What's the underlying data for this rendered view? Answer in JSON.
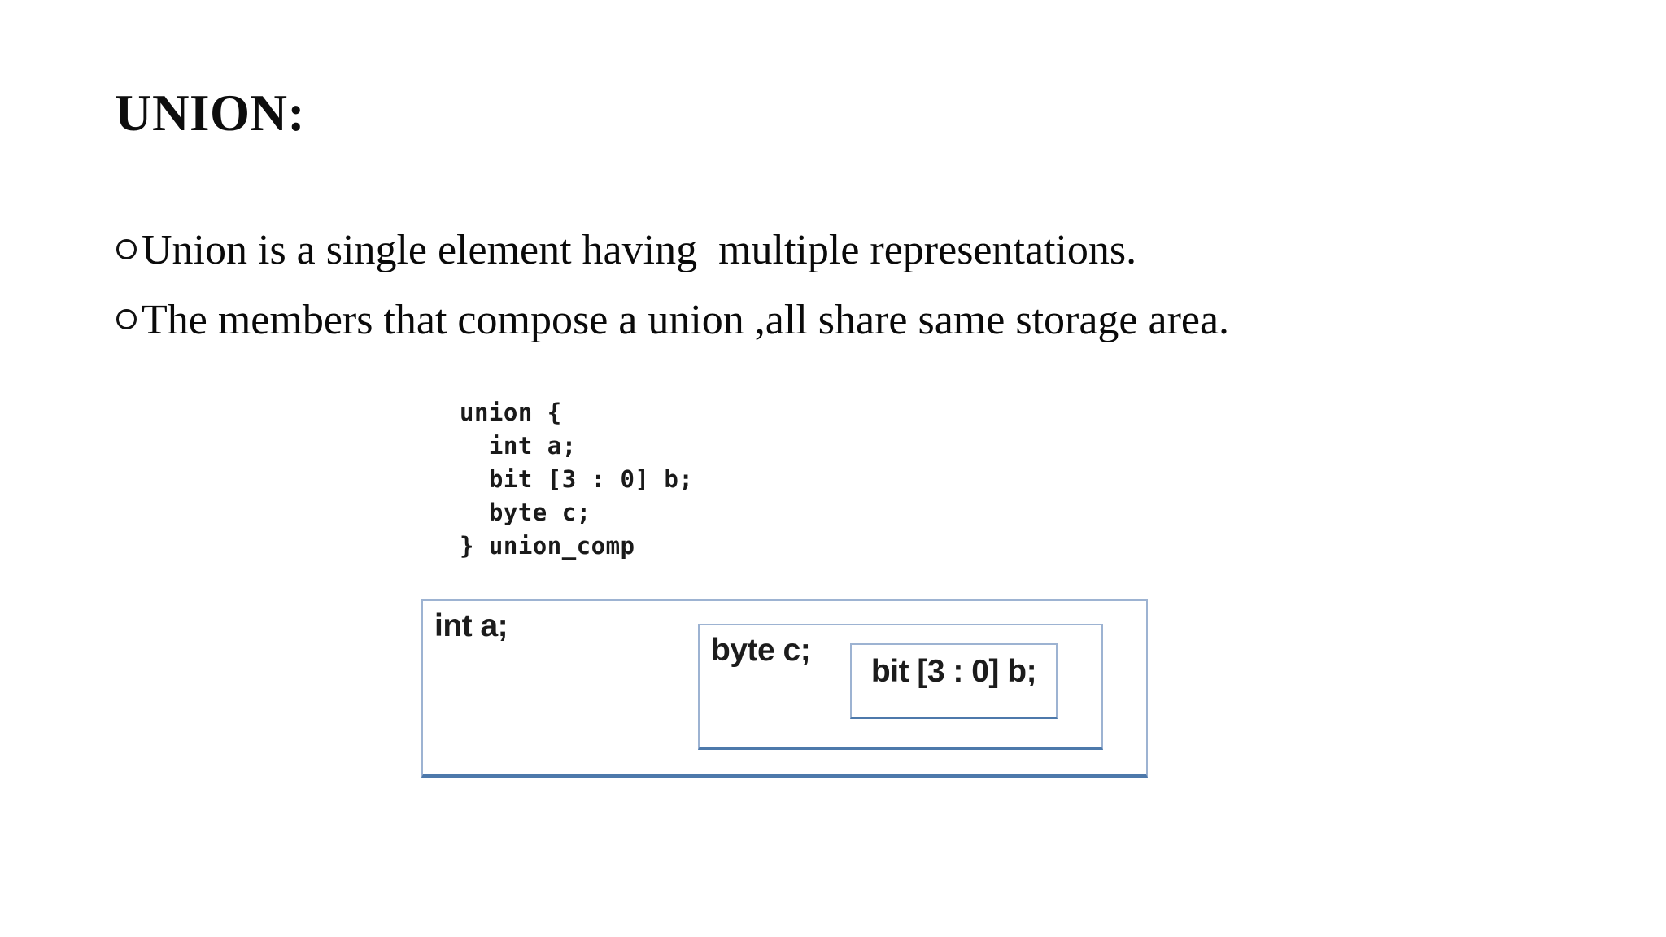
{
  "slide": {
    "title": "UNION:",
    "background_color": "#ffffff",
    "bullet_icon": "hollow-circle",
    "bullets": [
      "Union is a single element having  multiple representations.",
      "The members that compose a union ,all share same storage area."
    ],
    "code_block": "union {\n  int a;\n  bit [3 : 0] b;\n  byte c;\n} union_comp",
    "diagram": {
      "outer_box_label": "int a;",
      "middle_box_label": "byte c;",
      "inner_box_label": "bit [3 : 0] b;",
      "box_border_color": "#9db3d2",
      "box_border_accent_color": "#4d79ab",
      "label_text_color": "#1c1c1c"
    }
  }
}
